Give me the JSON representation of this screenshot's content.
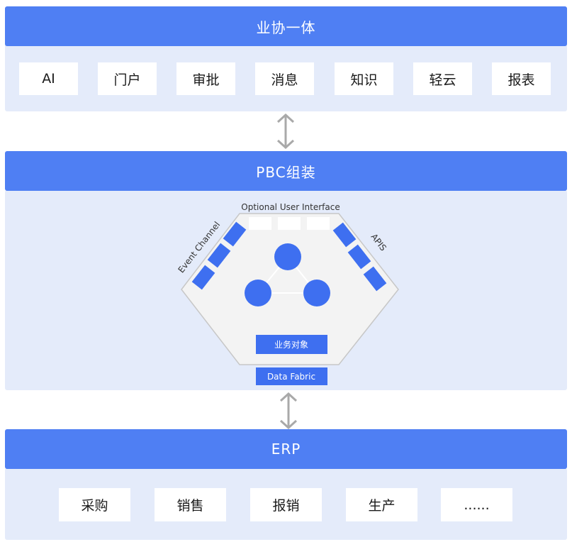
{
  "top": {
    "title": "业协一体",
    "items": [
      "AI",
      "门户",
      "审批",
      "消息",
      "知识",
      "轻云",
      "报表"
    ]
  },
  "middle": {
    "title": "PBC组装",
    "pbc": {
      "optional_ui_label": "Optional User Interface",
      "event_channel_label": "Event Channel",
      "apis_label": "APIS",
      "business_object_label": "业务对象",
      "data_fabric_label": "Data Fabric"
    }
  },
  "bottom": {
    "title": "ERP",
    "items": [
      "采购",
      "销售",
      "报销",
      "生产",
      "......"
    ]
  },
  "colors": {
    "header": "#4f7ff3",
    "panel": "#e4ebfa",
    "accent": "#3e6ff0",
    "arrow": "#a9a9a9"
  }
}
